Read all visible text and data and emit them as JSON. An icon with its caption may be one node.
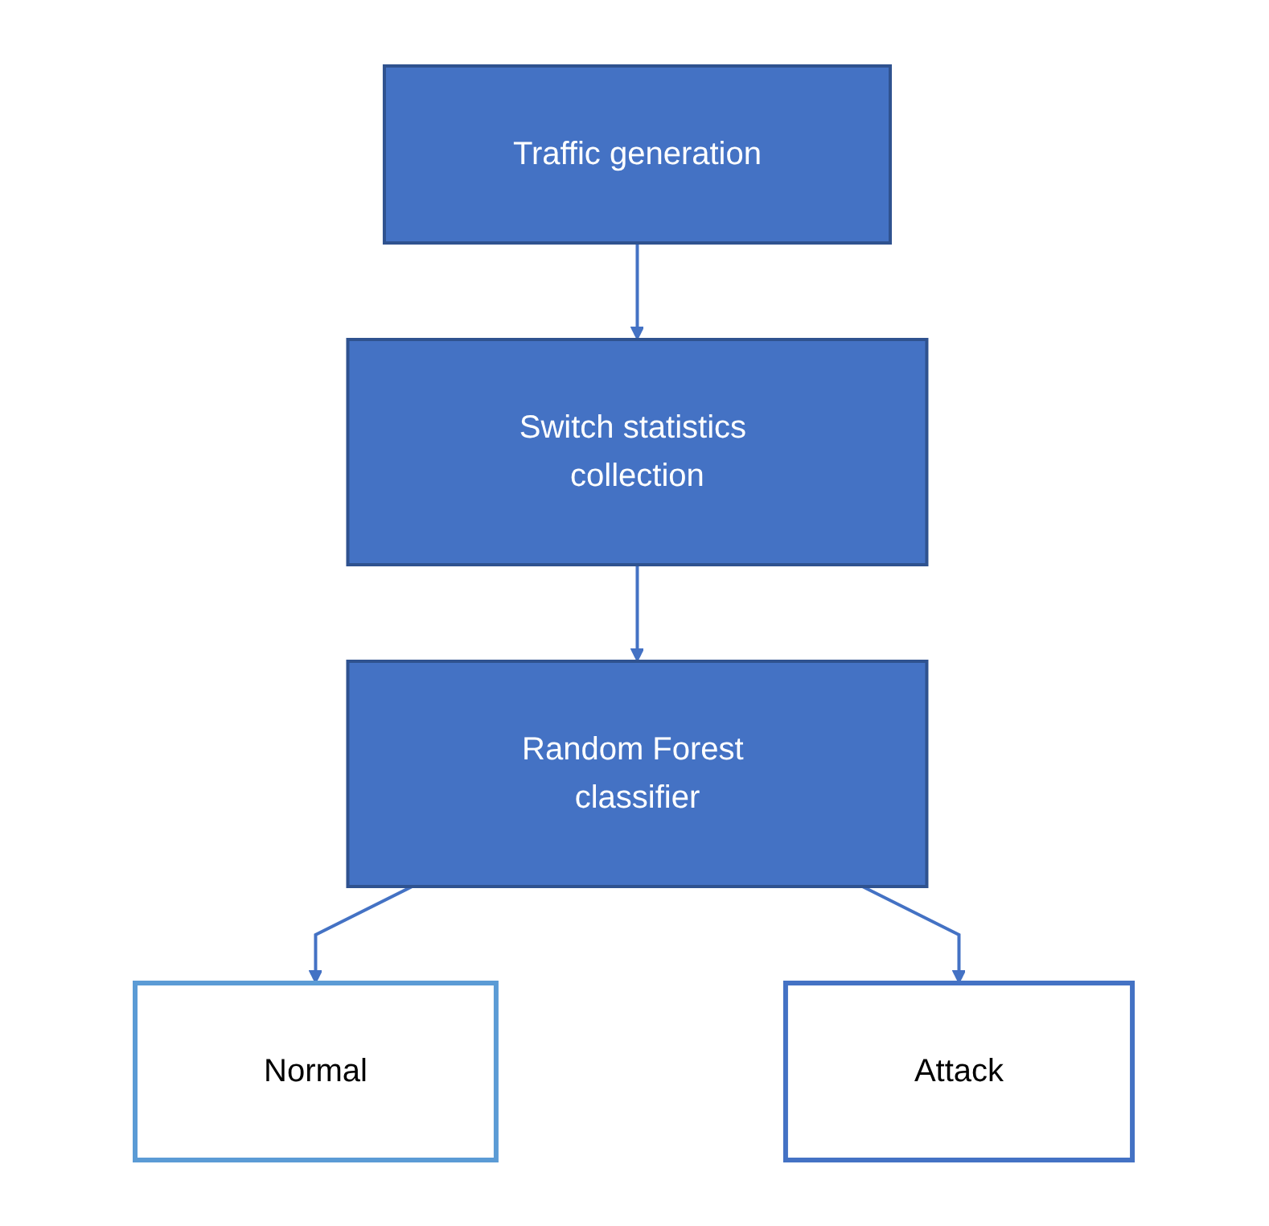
{
  "diagram": {
    "nodes": [
      {
        "text": [
          "Traffic generation"
        ]
      },
      {
        "text": [
          "Switch statistics collection"
        ]
      },
      {
        "text": [
          "Random Forest classifier"
        ]
      },
      {
        "text": [
          "Normal"
        ]
      },
      {
        "text": [
          "Attack"
        ]
      }
    ],
    "edges": [
      {
        "from": 0,
        "to": 1,
        "arrow": "to"
      },
      {
        "from": 1,
        "to": 2,
        "arrow": "to"
      },
      {
        "from": 2,
        "to": 3,
        "arrow": "to"
      },
      {
        "from": 2,
        "to": 4,
        "arrow": "to"
      }
    ]
  }
}
